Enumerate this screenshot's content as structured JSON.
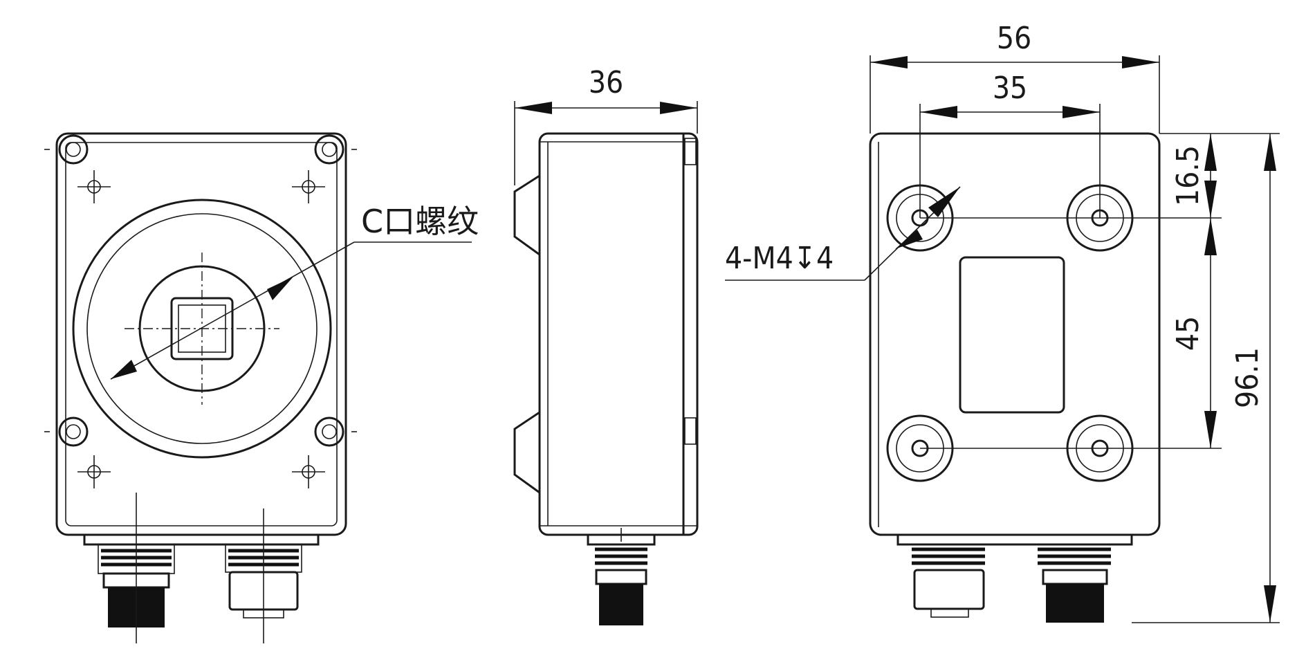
{
  "front_view": {
    "callout": "C口螺纹"
  },
  "side_view": {
    "width_dim": "36"
  },
  "back_view": {
    "overall_width_dim": "56",
    "hole_spacing_x_dim": "35",
    "top_offset_dim": "16.5",
    "hole_spacing_y_dim": "45",
    "overall_height_dim": "96.1",
    "hole_callout": "4-M4↧4"
  }
}
